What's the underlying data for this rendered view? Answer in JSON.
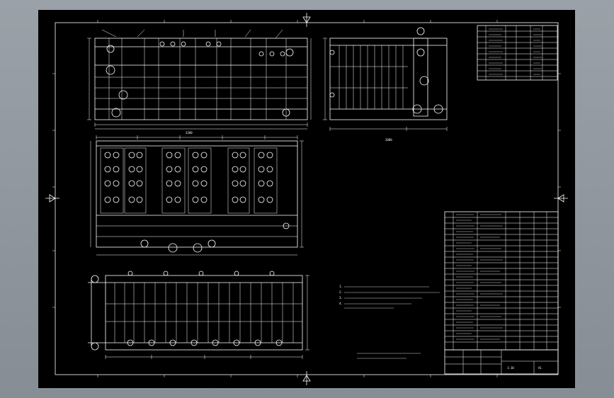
{
  "drawing": {
    "scale_labels": [
      "3280",
      "2080"
    ],
    "tech_notes": [
      "1.",
      "2.",
      "3.",
      "4."
    ],
    "title_block": [
      "1:10",
      "A1"
    ]
  },
  "colors": {
    "canvas": "#8c939b",
    "sheet": "#000000",
    "lines": "#ffffff"
  }
}
